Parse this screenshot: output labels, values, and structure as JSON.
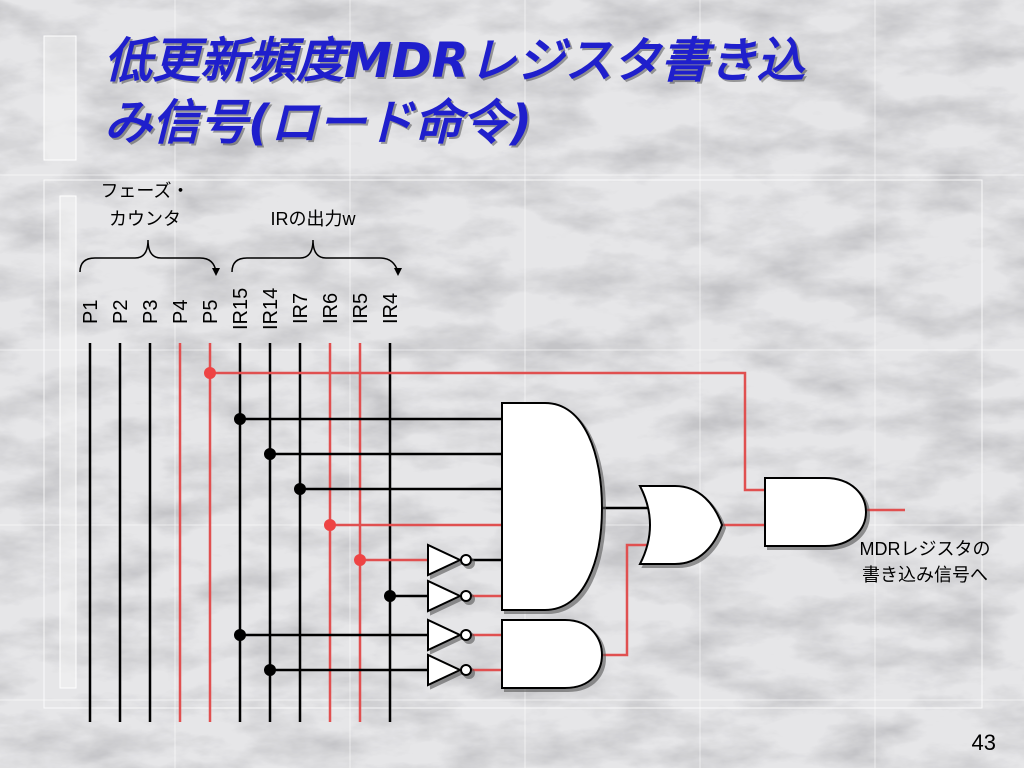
{
  "slide": {
    "title_line1": "低更新頻度MDRレジスタ書き込",
    "title_line2": "み信号(ロード命令)",
    "page_number": "43"
  },
  "diagram": {
    "group_phase_line1": "フェーズ・",
    "group_phase_line2": "カウンタ",
    "group_ir": "IRの出力w",
    "phase_signals": [
      "P1",
      "P2",
      "P3",
      "P4",
      "P5"
    ],
    "ir_signals": [
      "IR15",
      "IR14",
      "IR7",
      "IR6",
      "IR5",
      "IR4"
    ],
    "output_line1": "MDRレジスタの",
    "output_line2": "書き込み信号へ",
    "colors": {
      "title": "#1f1fcc",
      "wire_black": "#000000",
      "wire_red": "#e05050",
      "junction_red": "#ee4444"
    }
  }
}
